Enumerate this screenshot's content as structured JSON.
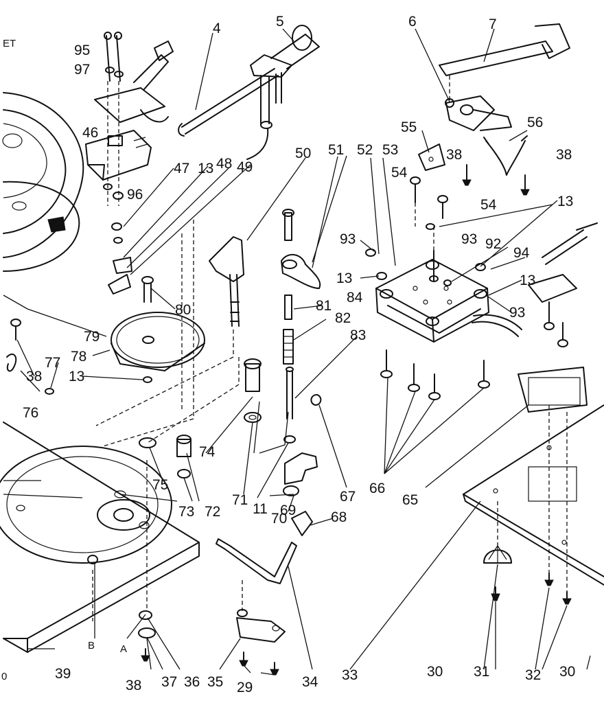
{
  "corner_text": "ET",
  "labels": {
    "l95": "95",
    "l97": "97",
    "l4": "4",
    "l5": "5",
    "l6": "6",
    "l7": "7",
    "l46": "46",
    "l96": "96",
    "l47": "47",
    "l13a": "13",
    "l48": "48",
    "l49": "49",
    "l50": "50",
    "l51": "51",
    "l52": "52",
    "l53": "53",
    "l55": "55",
    "l56": "56",
    "l38a": "38",
    "l38b": "38",
    "l54a": "54",
    "l54b": "54",
    "l13b": "13",
    "l93a": "93",
    "l93b": "93",
    "l92": "92",
    "l94": "94",
    "l13c": "13",
    "l13d": "13",
    "l84": "84",
    "l93c": "93",
    "l80": "80",
    "l81": "81",
    "l82": "82",
    "l83": "83",
    "l79": "79",
    "l78": "78",
    "l77": "77",
    "l38c": "38",
    "l13e": "13",
    "l76": "76",
    "l74": "74",
    "l75": "75",
    "l73": "73",
    "l72": "72",
    "l71": "71",
    "l11": "11",
    "l70": "70",
    "l69": "69",
    "l68": "68",
    "l67": "67",
    "l66": "66",
    "l65": "65",
    "lB": "B",
    "lA": "A",
    "l39": "39",
    "l38d": "38",
    "l37": "37",
    "l36": "36",
    "l35": "35",
    "l29": "29",
    "l34": "34",
    "l33": "33",
    "l30a": "30",
    "l31": "31",
    "l32": "32",
    "l30b": "30",
    "l0": "0"
  }
}
